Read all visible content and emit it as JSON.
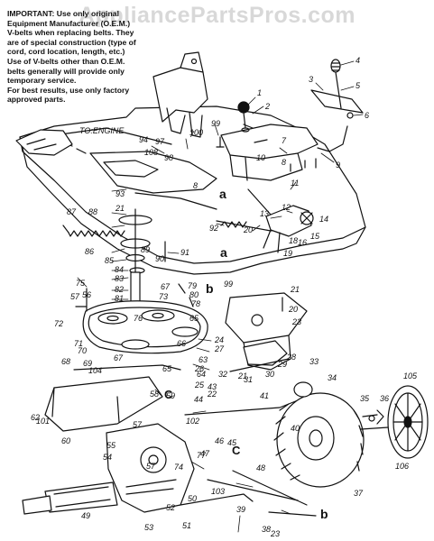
{
  "watermark": "AppliancePartsPros.com",
  "notice": {
    "lines": [
      "IMPORTANT: Use only original",
      "Equipment Manufacturer (O.E.M.)",
      "V-belts when replacing belts. They",
      "are of special construction (type of",
      "cord, cord location, length, etc.)",
      "Use of V-belts other than O.E.M.",
      "belts generally will provide only",
      "temporary service.",
      "For best results, use only factory",
      "approved parts."
    ]
  },
  "engine_label": "TO:ENGINE",
  "callouts": [
    {
      "id": "1",
      "text": "1"
    },
    {
      "id": "2",
      "text": "2"
    },
    {
      "id": "3",
      "text": "3"
    },
    {
      "id": "4",
      "text": "4"
    },
    {
      "id": "5",
      "text": "5"
    },
    {
      "id": "6",
      "text": "6"
    },
    {
      "id": "7a",
      "text": "7"
    },
    {
      "id": "7b",
      "text": "7"
    },
    {
      "id": "8a",
      "text": "8"
    },
    {
      "id": "8b",
      "text": "8"
    },
    {
      "id": "9",
      "text": "9"
    },
    {
      "id": "10",
      "text": "10"
    },
    {
      "id": "11",
      "text": "11"
    },
    {
      "id": "12",
      "text": "12"
    },
    {
      "id": "13",
      "text": "13"
    },
    {
      "id": "14",
      "text": "14"
    },
    {
      "id": "15",
      "text": "15"
    },
    {
      "id": "16",
      "text": "16"
    },
    {
      "id": "17",
      "text": "17"
    },
    {
      "id": "18",
      "text": "18"
    },
    {
      "id": "19",
      "text": "19"
    },
    {
      "id": "20a",
      "text": "20"
    },
    {
      "id": "20b",
      "text": "20"
    },
    {
      "id": "21a",
      "text": "21"
    },
    {
      "id": "21b",
      "text": "21"
    },
    {
      "id": "21c",
      "text": "21"
    },
    {
      "id": "22",
      "text": "22"
    },
    {
      "id": "23a",
      "text": "23"
    },
    {
      "id": "23b",
      "text": "23"
    },
    {
      "id": "24",
      "text": "24"
    },
    {
      "id": "25",
      "text": "25"
    },
    {
      "id": "26",
      "text": "26"
    },
    {
      "id": "27",
      "text": "27"
    },
    {
      "id": "28",
      "text": "28"
    },
    {
      "id": "29",
      "text": "29"
    },
    {
      "id": "30",
      "text": "30"
    },
    {
      "id": "31",
      "text": "31"
    },
    {
      "id": "32",
      "text": "32"
    },
    {
      "id": "33",
      "text": "33"
    },
    {
      "id": "34",
      "text": "34"
    },
    {
      "id": "35",
      "text": "35"
    },
    {
      "id": "36",
      "text": "36"
    },
    {
      "id": "37",
      "text": "37"
    },
    {
      "id": "38",
      "text": "38"
    },
    {
      "id": "39",
      "text": "39"
    },
    {
      "id": "40",
      "text": "40"
    },
    {
      "id": "41",
      "text": "41"
    },
    {
      "id": "43",
      "text": "43"
    },
    {
      "id": "44",
      "text": "44"
    },
    {
      "id": "45",
      "text": "45"
    },
    {
      "id": "46",
      "text": "46"
    },
    {
      "id": "47",
      "text": "47"
    },
    {
      "id": "48",
      "text": "48"
    },
    {
      "id": "49",
      "text": "49"
    },
    {
      "id": "50",
      "text": "50"
    },
    {
      "id": "51",
      "text": "51"
    },
    {
      "id": "52",
      "text": "52"
    },
    {
      "id": "53",
      "text": "53"
    },
    {
      "id": "54",
      "text": "54"
    },
    {
      "id": "55",
      "text": "55"
    },
    {
      "id": "56",
      "text": "56"
    },
    {
      "id": "57a",
      "text": "57"
    },
    {
      "id": "57b",
      "text": "57"
    },
    {
      "id": "57c",
      "text": "57"
    },
    {
      "id": "58",
      "text": "58"
    },
    {
      "id": "59",
      "text": "59"
    },
    {
      "id": "60",
      "text": "60"
    },
    {
      "id": "62",
      "text": "62"
    },
    {
      "id": "63",
      "text": "63"
    },
    {
      "id": "64",
      "text": "64"
    },
    {
      "id": "65a",
      "text": "65"
    },
    {
      "id": "65b",
      "text": "65"
    },
    {
      "id": "66",
      "text": "66"
    },
    {
      "id": "67a",
      "text": "67"
    },
    {
      "id": "67b",
      "text": "67"
    },
    {
      "id": "68",
      "text": "68"
    },
    {
      "id": "69",
      "text": "69"
    },
    {
      "id": "70",
      "text": "70"
    },
    {
      "id": "71",
      "text": "71"
    },
    {
      "id": "72",
      "text": "72"
    },
    {
      "id": "73",
      "text": "73"
    },
    {
      "id": "74",
      "text": "74"
    },
    {
      "id": "75",
      "text": "75"
    },
    {
      "id": "76",
      "text": "76"
    },
    {
      "id": "77",
      "text": "77"
    },
    {
      "id": "78",
      "text": "78"
    },
    {
      "id": "79",
      "text": "79"
    },
    {
      "id": "80",
      "text": "80"
    },
    {
      "id": "81",
      "text": "81"
    },
    {
      "id": "82",
      "text": "82"
    },
    {
      "id": "83",
      "text": "83"
    },
    {
      "id": "84",
      "text": "84"
    },
    {
      "id": "85",
      "text": "85"
    },
    {
      "id": "86",
      "text": "86"
    },
    {
      "id": "87",
      "text": "87"
    },
    {
      "id": "88",
      "text": "88"
    },
    {
      "id": "89",
      "text": "89"
    },
    {
      "id": "90",
      "text": "90"
    },
    {
      "id": "91",
      "text": "91"
    },
    {
      "id": "92",
      "text": "92"
    },
    {
      "id": "93",
      "text": "93"
    },
    {
      "id": "94",
      "text": "94"
    },
    {
      "id": "97",
      "text": "97"
    },
    {
      "id": "98",
      "text": "98"
    },
    {
      "id": "99a",
      "text": "99"
    },
    {
      "id": "99b",
      "text": "99"
    },
    {
      "id": "100",
      "text": "100"
    },
    {
      "id": "101",
      "text": "101"
    },
    {
      "id": "102",
      "text": "102"
    },
    {
      "id": "103",
      "text": "103"
    },
    {
      "id": "104",
      "text": "104"
    },
    {
      "id": "105",
      "text": "105"
    },
    {
      "id": "106",
      "text": "106"
    },
    {
      "id": "108",
      "text": "108"
    }
  ],
  "letters": [
    {
      "id": "a1",
      "text": "a"
    },
    {
      "id": "a2",
      "text": "a"
    },
    {
      "id": "b1",
      "text": "b"
    },
    {
      "id": "b2",
      "text": "b"
    },
    {
      "id": "c1",
      "text": "C"
    },
    {
      "id": "c2",
      "text": "C"
    }
  ]
}
